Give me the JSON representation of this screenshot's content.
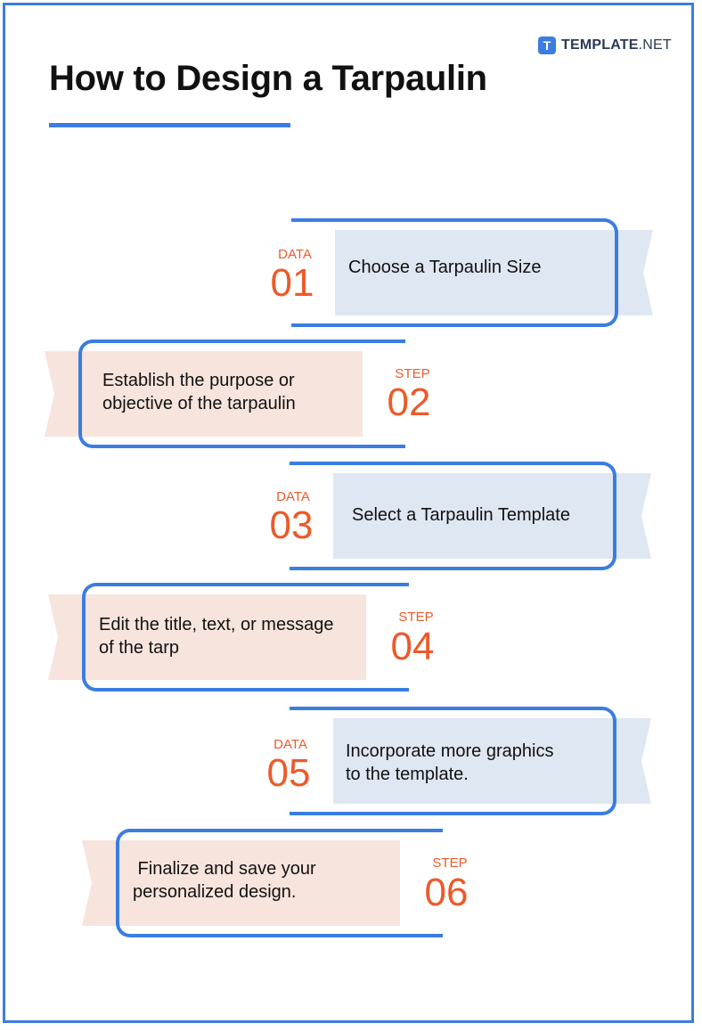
{
  "brand": {
    "badge": "T",
    "name_bold": "TEMPLATE",
    "name_rest": ".NET"
  },
  "title": "How to Design a Tarpaulin",
  "colors": {
    "accent": "#3b7de0",
    "number": "#ec5a2a",
    "blue_fill": "#dfe7f2",
    "pink_fill": "#f7e4dd"
  },
  "steps": [
    {
      "label": "DATA",
      "number": "01",
      "lines": [
        "Choose a Tarpaulin Size"
      ]
    },
    {
      "label": "STEP",
      "number": "02",
      "lines": [
        "Establish the purpose or",
        "objective of the tarpaulin"
      ]
    },
    {
      "label": "DATA",
      "number": "03",
      "lines": [
        "Select a Tarpaulin Template"
      ]
    },
    {
      "label": "STEP",
      "number": "04",
      "lines": [
        "Edit the title, text, or message",
        "of the tarp"
      ]
    },
    {
      "label": "DATA",
      "number": "05",
      "lines": [
        "Incorporate more graphics",
        "to the template."
      ]
    },
    {
      "label": "STEP",
      "number": "06",
      "lines": [
        " Finalize and save your",
        "personalized design."
      ]
    }
  ]
}
